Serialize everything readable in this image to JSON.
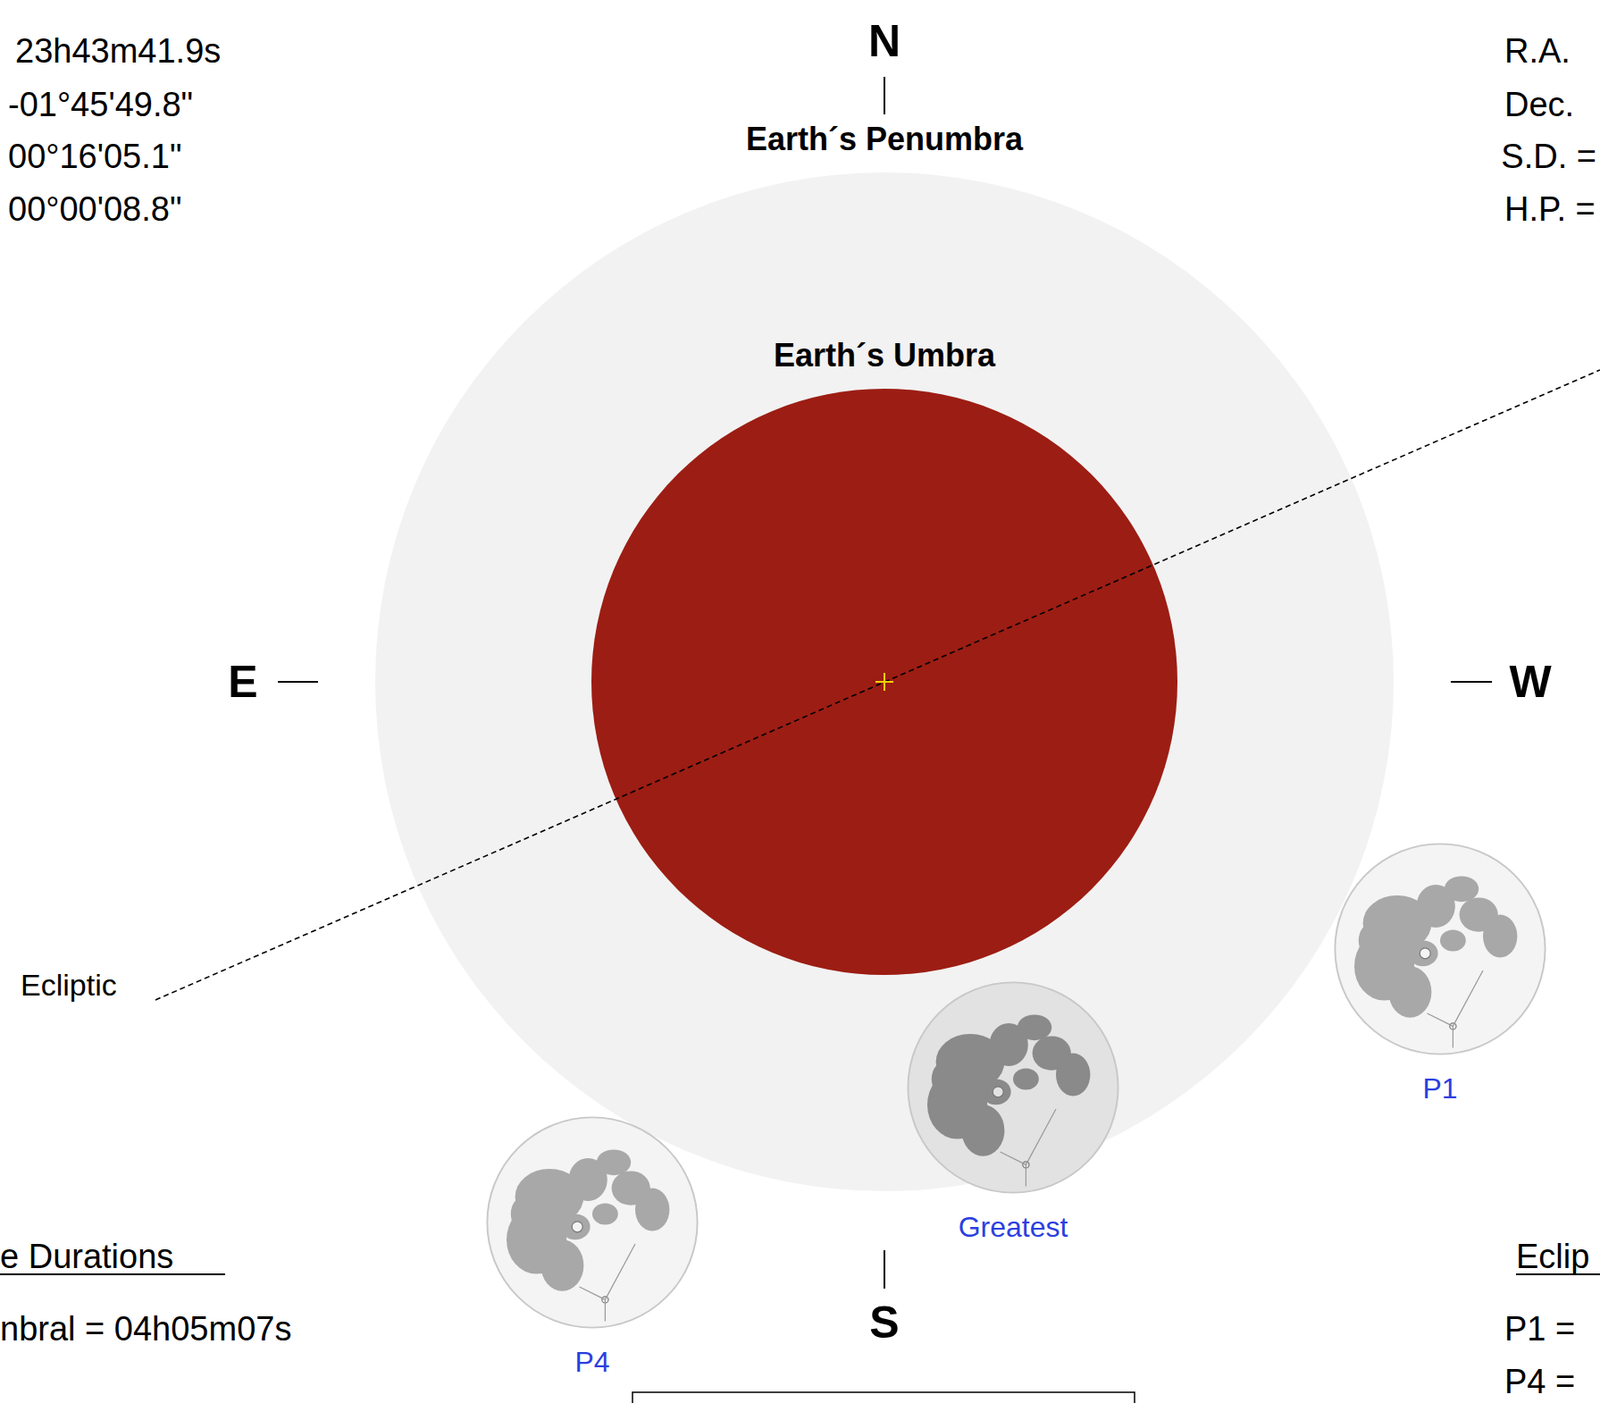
{
  "diagram": {
    "nodes": [
      {
        "text": [
          "Earth´s Penumbra"
        ]
      },
      {
        "text": [
          "Earth´s Umbra"
        ],
        "in": 0
      },
      {
        "text": [
          "P1"
        ]
      },
      {
        "text": [
          "Greatest"
        ]
      },
      {
        "text": [
          "P4"
        ]
      }
    ],
    "labels": [
      "23h43m41.9s",
      "-01°45'49.8\"",
      "00°16'05.1\"",
      "00°00'08.8\"",
      "R.A.",
      "Dec.",
      "S.D. =",
      "H.P. =",
      "N",
      "E",
      "W",
      "S",
      "Ecliptic",
      "e Durations",
      "nbral = 04h05m07s",
      "Eclip",
      "P1 =",
      "P4 ="
    ]
  }
}
